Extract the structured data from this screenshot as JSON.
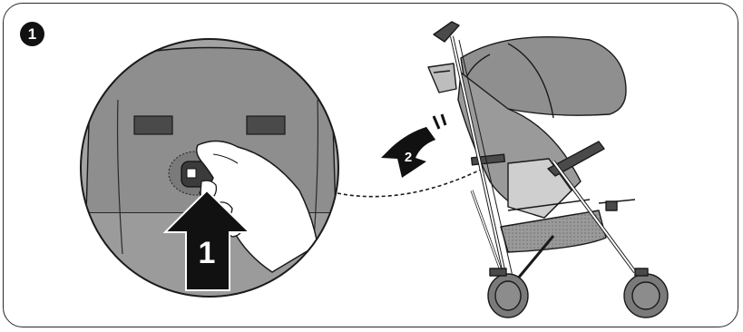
{
  "step": {
    "number": "1"
  },
  "arrows": {
    "push_up_label": "1",
    "rotate_label": "2"
  },
  "colors": {
    "fabric": "#8f8f8f",
    "fabric_dark": "#6f6f6f",
    "fabric_light": "#b3b3b3",
    "outline": "#1a1a1a",
    "arrow_fill": "#111111",
    "frame": "#ffffff"
  },
  "icons": [
    "step-number-badge",
    "push-up-arrow",
    "rotate-arrow",
    "dashed-pointer",
    "magnifier-circle",
    "hand",
    "stroller"
  ]
}
